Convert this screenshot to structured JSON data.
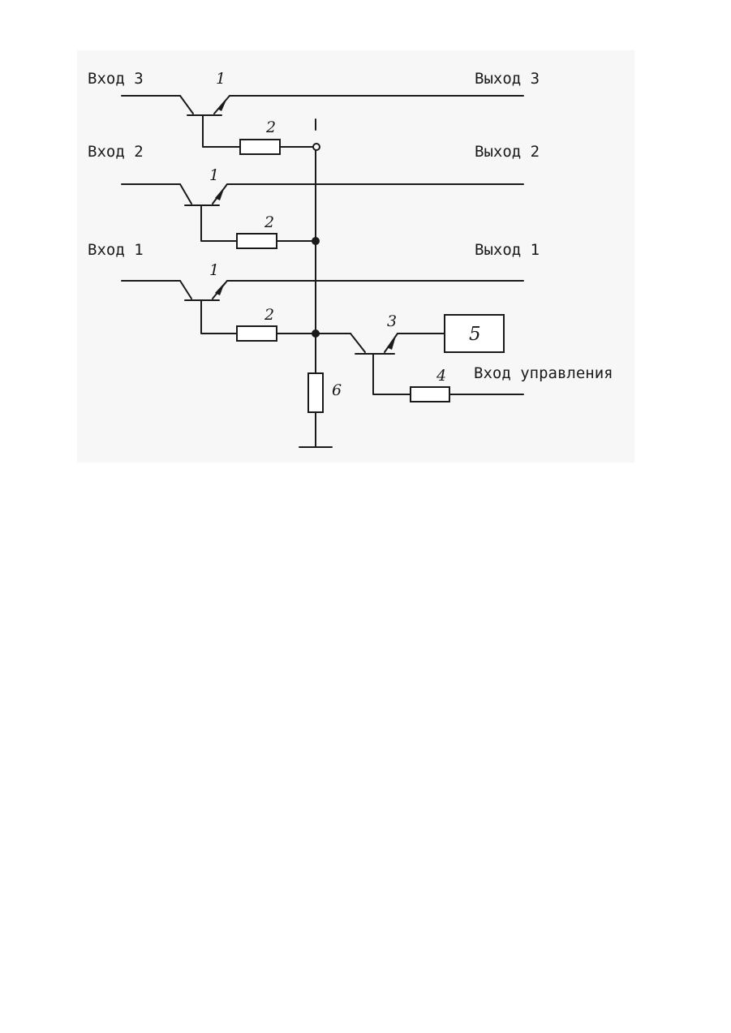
{
  "labels": {
    "in3": "Вход 3",
    "out3": "Выход 3",
    "in2": "Вход 2",
    "out2": "Выход 2",
    "in1": "Вход 1",
    "out1": "Выход 1",
    "control_in": "Вход управления"
  },
  "designators": {
    "transistor_a": "1",
    "transistor_b": "1",
    "transistor_c": "1",
    "resistor_a": "2",
    "resistor_b": "2",
    "resistor_c": "2",
    "control_transistor": "3",
    "control_resistor": "4",
    "load_block": "5",
    "ground_resistor": "6"
  }
}
